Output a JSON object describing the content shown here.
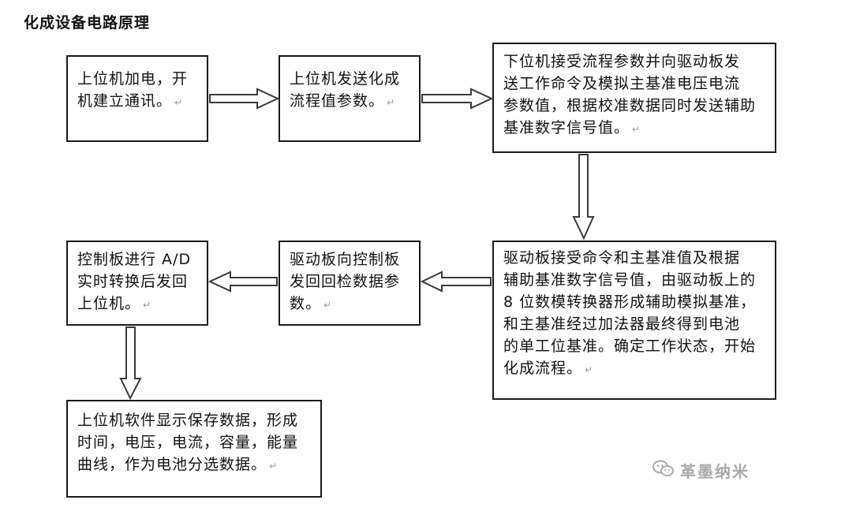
{
  "title": "化成设备电路原理",
  "return_mark": "↵",
  "boxes": {
    "power_on": "上位机加电，开\n机建立通讯。",
    "send_params": "上位机发送化成\n流程值参数。",
    "receive_params": "下位机接受流程参数并向驱动板发\n送工作命令及模拟主基准电压电流\n参数值，根据校准数据同时发送辅助\n基准数字信号值。",
    "driver_board": "驱动板接受命令和主基准值及根据\n辅助基准数字信号值，由驱动板上的\n8 位数模转换器形成辅助模拟基准，\n和主基准经过加法器最终得到电池\n的单工位基准。确定工作状态，开始\n化成流程。",
    "feedback": "驱动板向控制板\n发回回检数据参\n数。",
    "ad_convert": "控制板进行 A/D\n实时转换后发回\n上位机。",
    "software": "上位机软件显示保存数据，形成\n时间，电压，电流，容量，能量\n曲线，作为电池分选数据。"
  },
  "watermark": {
    "text": "革墨纳米",
    "logo": "wechat-icon",
    "color": "#a9a9a9"
  },
  "colors": {
    "border": "#1a1a1a",
    "arrow": "#3a3a3a",
    "text": "#111111"
  }
}
